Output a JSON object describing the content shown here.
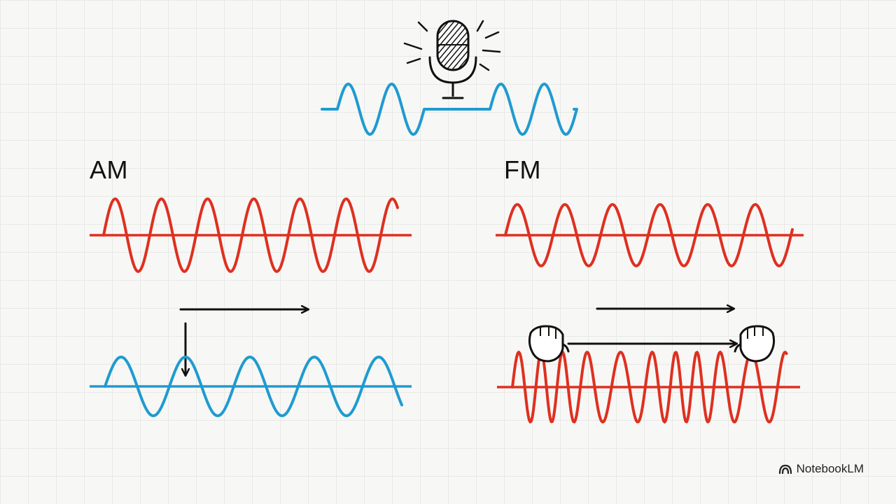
{
  "labels": {
    "am": "AM",
    "fm": "FM"
  },
  "brand": {
    "name": "NotebookLM",
    "icon": "notebooklm-logo-icon"
  },
  "icons": [
    "microphone-icon",
    "hand-icon"
  ],
  "colors": {
    "signal": "#1e9bd0",
    "carrier": "#de3020",
    "ink": "#111111"
  }
}
